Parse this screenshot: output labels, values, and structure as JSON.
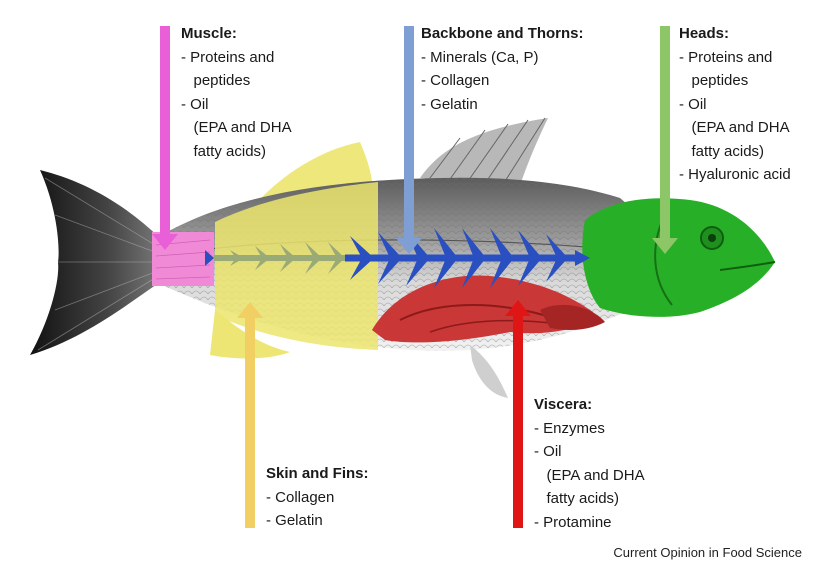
{
  "labels": {
    "muscle": {
      "title": "Muscle:",
      "lines": [
        "- Proteins and",
        "   peptides",
        "- Oil",
        "   (EPA and DHA",
        "   fatty acids)"
      ],
      "color": "#e95fd8"
    },
    "backbone": {
      "title": "Backbone and Thorns:",
      "lines": [
        "- Minerals (Ca, P)",
        "- Collagen",
        "- Gelatin"
      ],
      "color": "#7f9fd4"
    },
    "heads": {
      "title": "Heads:",
      "lines": [
        "- Proteins and",
        "   peptides",
        "- Oil",
        "   (EPA and DHA",
        "   fatty acids)",
        "- Hyaluronic acid"
      ],
      "color": "#8dc667"
    },
    "skin": {
      "title": "Skin and Fins:",
      "lines": [
        "- Collagen",
        "- Gelatin"
      ],
      "color": "#f2cf62"
    },
    "viscera": {
      "title": "Viscera:",
      "lines": [
        "- Enzymes",
        "- Oil",
        "   (EPA and DHA",
        "   fatty acids)",
        "- Protamine"
      ],
      "color": "#e01616"
    }
  },
  "credit": "Current Opinion in Food Science"
}
